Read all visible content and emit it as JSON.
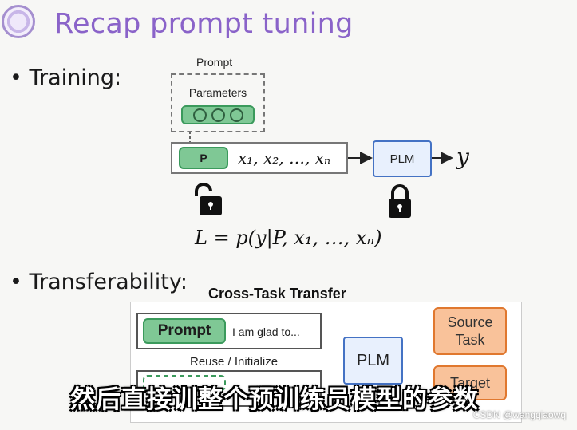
{
  "slide": {
    "title": "Recap prompt tuning",
    "bullets": [
      "Training:",
      "Transferability:"
    ]
  },
  "training": {
    "prompt_label": "Prompt",
    "parameters_label": "Parameters",
    "p_label": "P",
    "input_math": "x₁, x₂, …, xₙ",
    "plm_label": "PLM",
    "output_math": "y",
    "loss_formula": "L = p(y|P, x₁, …, xₙ)",
    "icons": [
      "unlocked-padlock-icon",
      "locked-padlock-icon"
    ]
  },
  "transfer": {
    "title": "Cross-Task Transfer",
    "prompt_label": "Prompt",
    "input_text": "I am glad to...",
    "reuse_label": "Reuse / Initialize",
    "plm_label": "PLM",
    "source_task": "Source Task",
    "target_task": "Target"
  },
  "overlay": {
    "subtitle": "然后直接训整个预训练员模型的参数",
    "watermark": "CSDN @wangqiaowq"
  }
}
